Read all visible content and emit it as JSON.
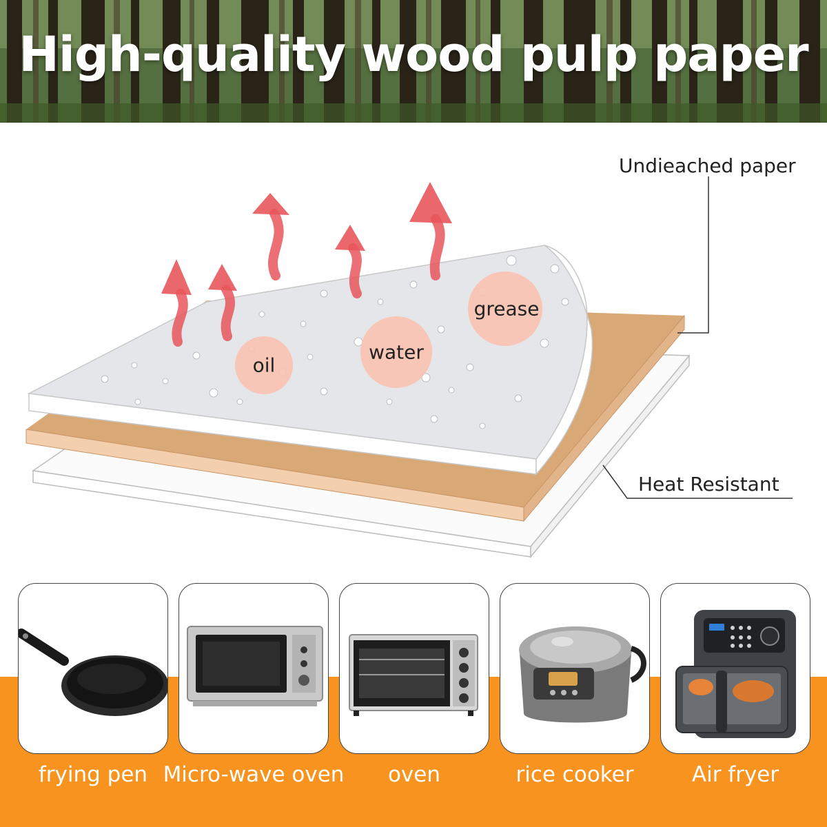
{
  "banner": {
    "title": "High-quality wood pulp paper"
  },
  "diagram": {
    "label_top": "Undieached paper",
    "label_bottom": "Heat Resistant",
    "circles": [
      "oil",
      "water",
      "grease"
    ]
  },
  "appliances": [
    {
      "icon": "frying-pan-icon",
      "label": "frying pen"
    },
    {
      "icon": "microwave-icon",
      "label": "Micro-wave oven"
    },
    {
      "icon": "oven-icon",
      "label": "oven"
    },
    {
      "icon": "rice-cooker-icon",
      "label": "rice cooker"
    },
    {
      "icon": "air-fryer-icon",
      "label": "Air fryer"
    }
  ],
  "colors": {
    "accent": "#f7931e",
    "arrow": "#e8575c",
    "kraft": "#e8b98f",
    "circle": "#f9c2b0"
  }
}
